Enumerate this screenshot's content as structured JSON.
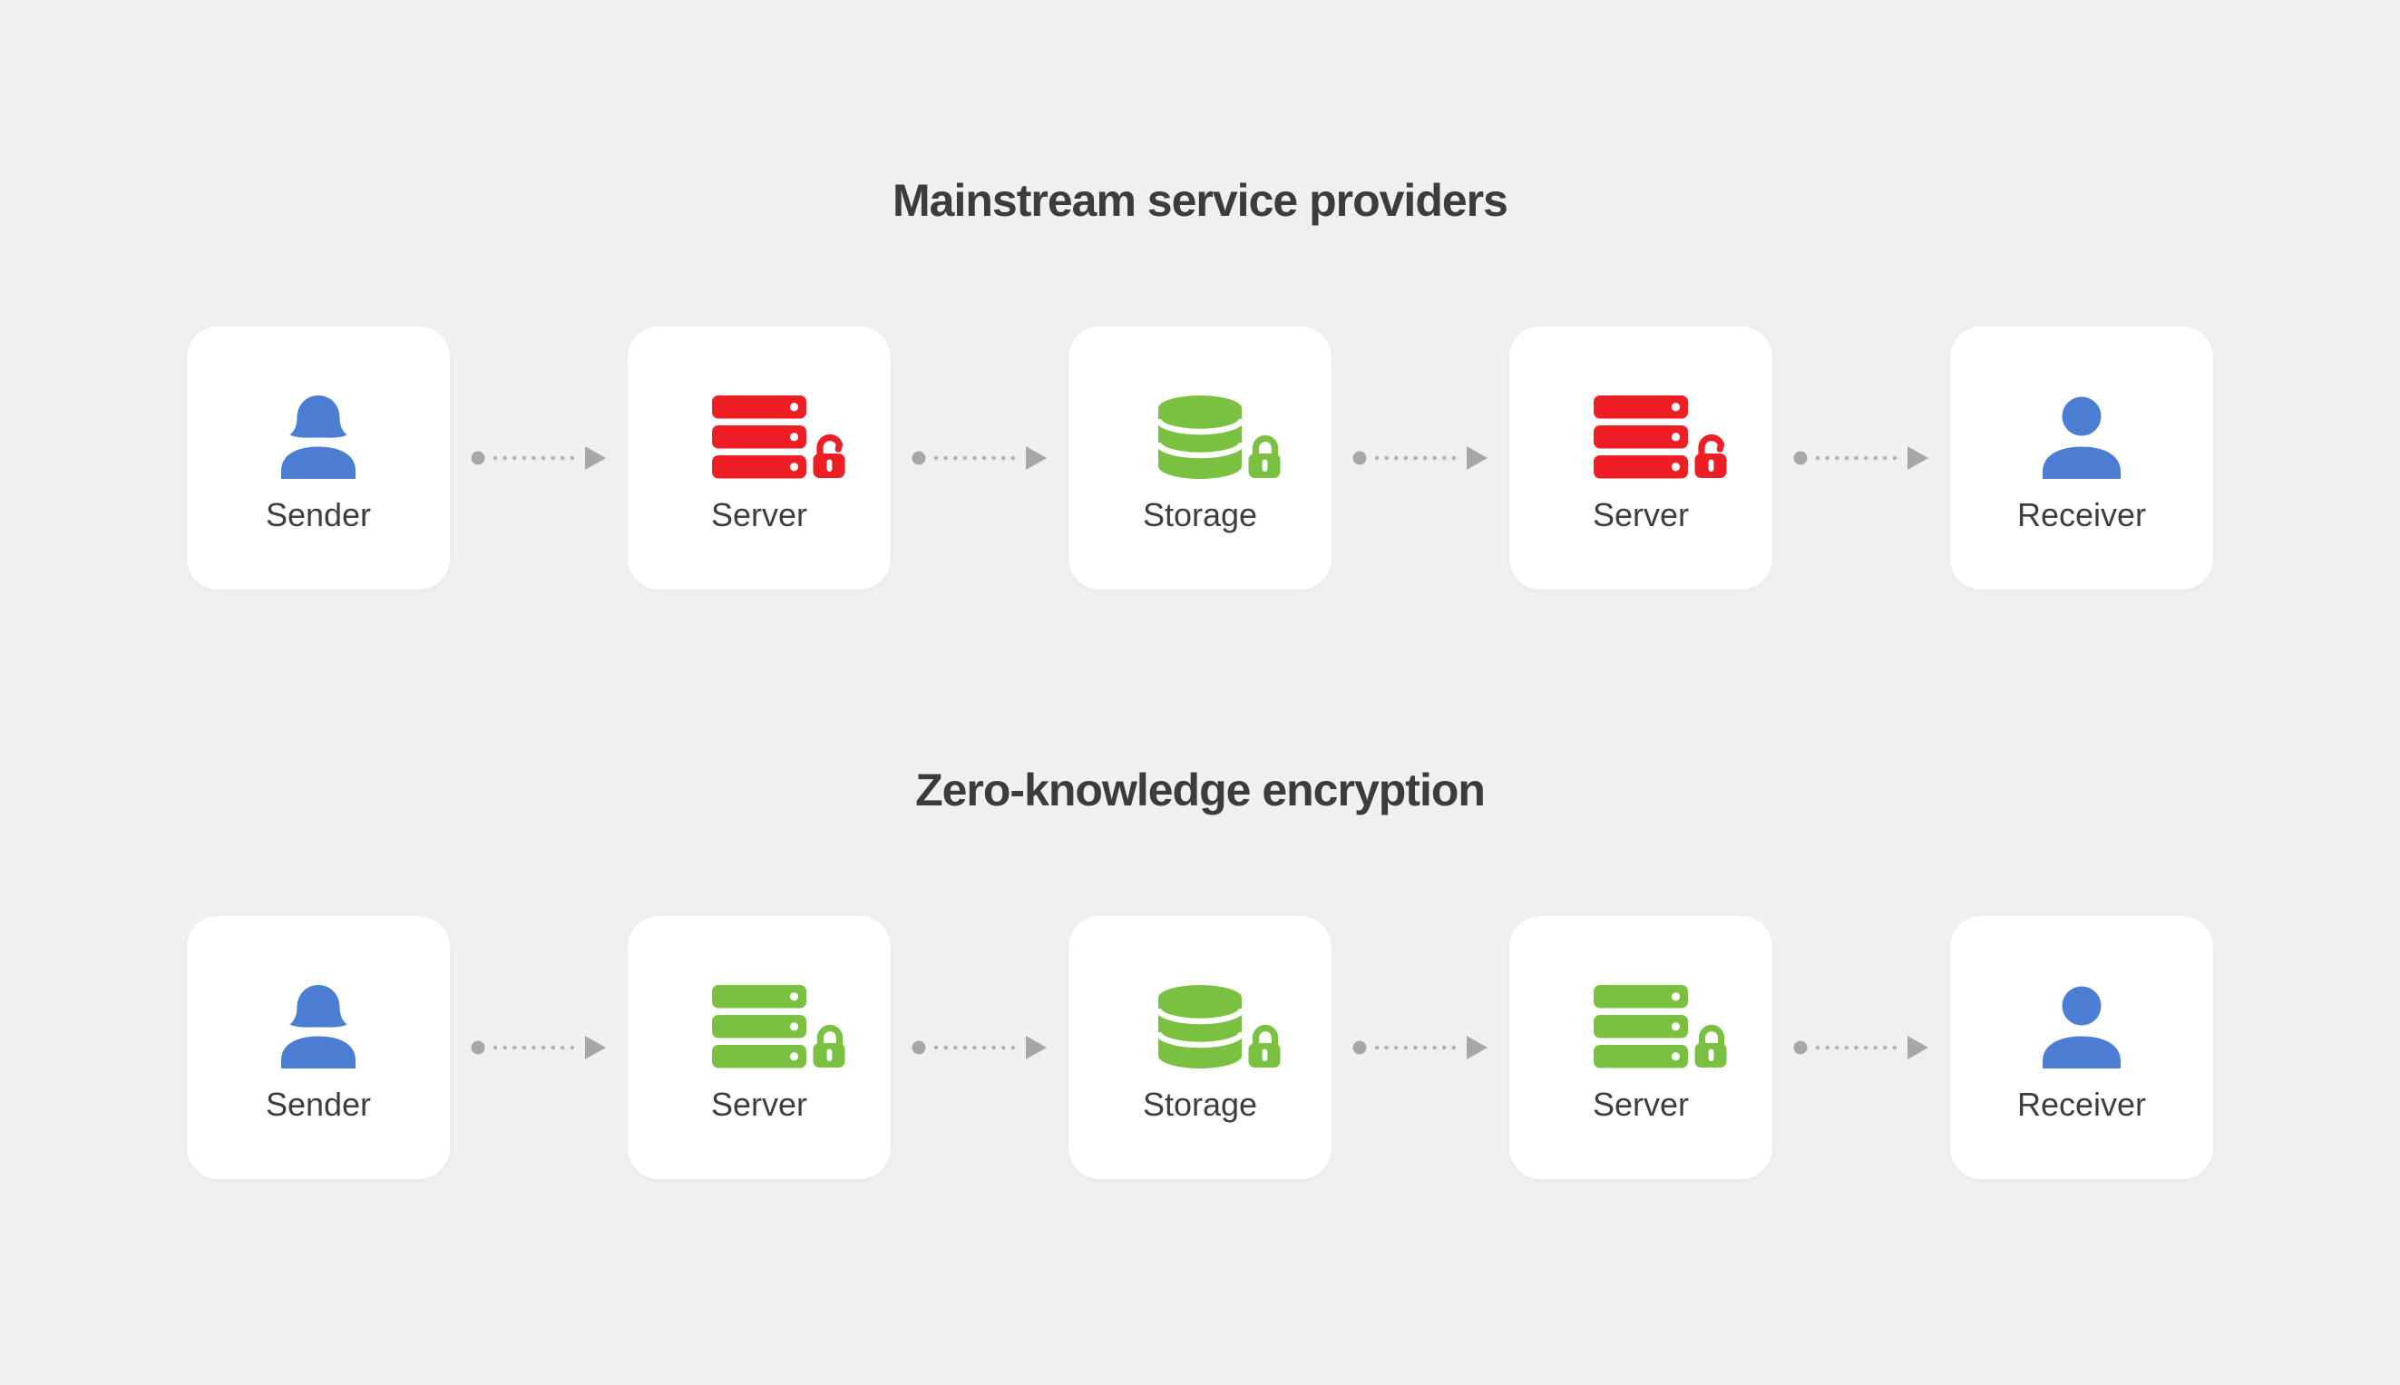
{
  "colors": {
    "background": "#f0f0ee",
    "card": "#ffffff",
    "title_text": "#3c3c3c",
    "label_text": "#3e3e3e",
    "blue": "#4b7ed3",
    "red": "#ee1e25",
    "green": "#7ac142",
    "arrow": "#a7a7a7",
    "arrow_dots": "#b3b3b3"
  },
  "sections": [
    {
      "title": "Mainstream service providers",
      "nodes": [
        {
          "label": "Sender",
          "icon": "person-female-icon",
          "color": "blue",
          "lock": "none"
        },
        {
          "label": "Server",
          "icon": "server-rack-icon",
          "color": "red",
          "lock": "open"
        },
        {
          "label": "Storage",
          "icon": "database-icon",
          "color": "green",
          "lock": "closed"
        },
        {
          "label": "Server",
          "icon": "server-rack-icon",
          "color": "red",
          "lock": "open"
        },
        {
          "label": "Receiver",
          "icon": "person-male-icon",
          "color": "blue",
          "lock": "none"
        }
      ]
    },
    {
      "title": "Zero-knowledge encryption",
      "nodes": [
        {
          "label": "Sender",
          "icon": "person-female-icon",
          "color": "blue",
          "lock": "none"
        },
        {
          "label": "Server",
          "icon": "server-rack-icon",
          "color": "green",
          "lock": "closed"
        },
        {
          "label": "Storage",
          "icon": "database-icon",
          "color": "green",
          "lock": "closed"
        },
        {
          "label": "Server",
          "icon": "server-rack-icon",
          "color": "green",
          "lock": "closed"
        },
        {
          "label": "Receiver",
          "icon": "person-male-icon",
          "color": "blue",
          "lock": "none"
        }
      ]
    }
  ]
}
